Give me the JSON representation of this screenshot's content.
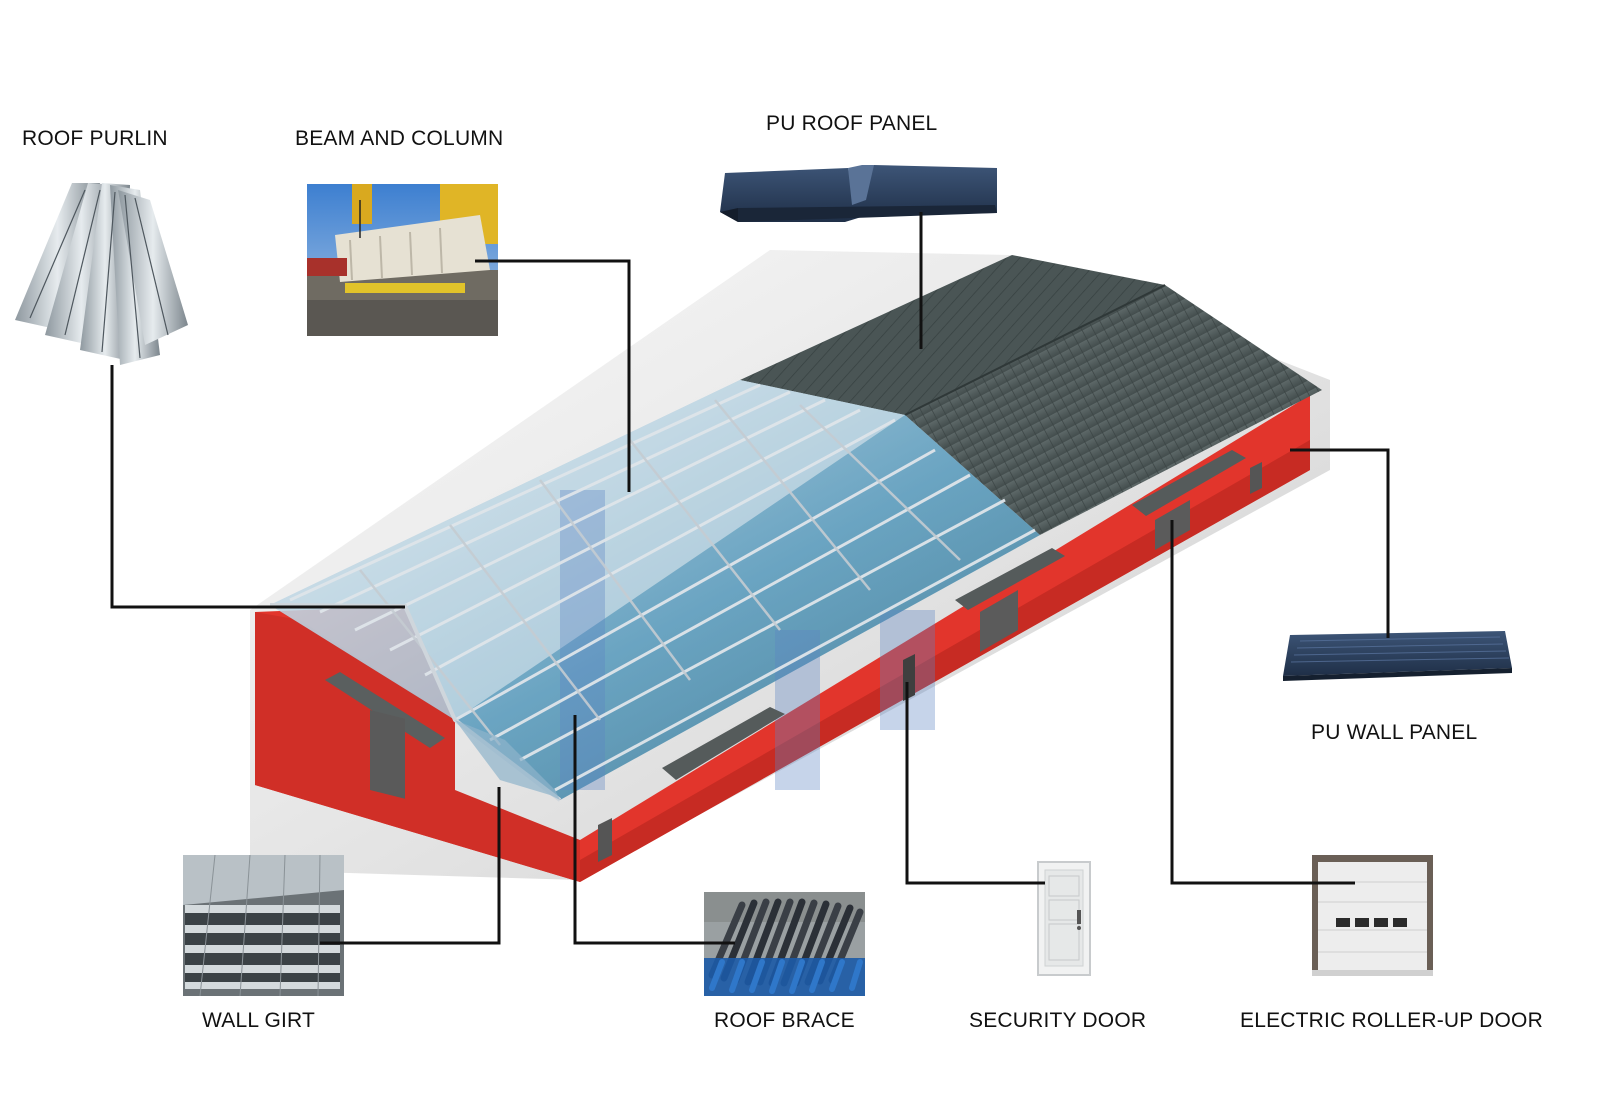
{
  "labels": {
    "roof_purlin": "ROOF PURLIN",
    "beam_and_column": "BEAM AND COLUMN",
    "pu_roof_panel": "PU ROOF PANEL",
    "pu_wall_panel": "PU WALL PANEL",
    "wall_girt": "WALL GIRT",
    "roof_brace": "ROOF BRACE",
    "security_door": "SECURITY DOOR",
    "electric_roller_up_door": "ELECTRIC ROLLER-UP DOOR"
  },
  "colors": {
    "wall": "#e2352c",
    "wall_dark": "#b72620",
    "roof": "#4f5a5a",
    "glass": "#2f7fa8",
    "steel": "#c9d0d6",
    "leader_line": "#111111"
  }
}
